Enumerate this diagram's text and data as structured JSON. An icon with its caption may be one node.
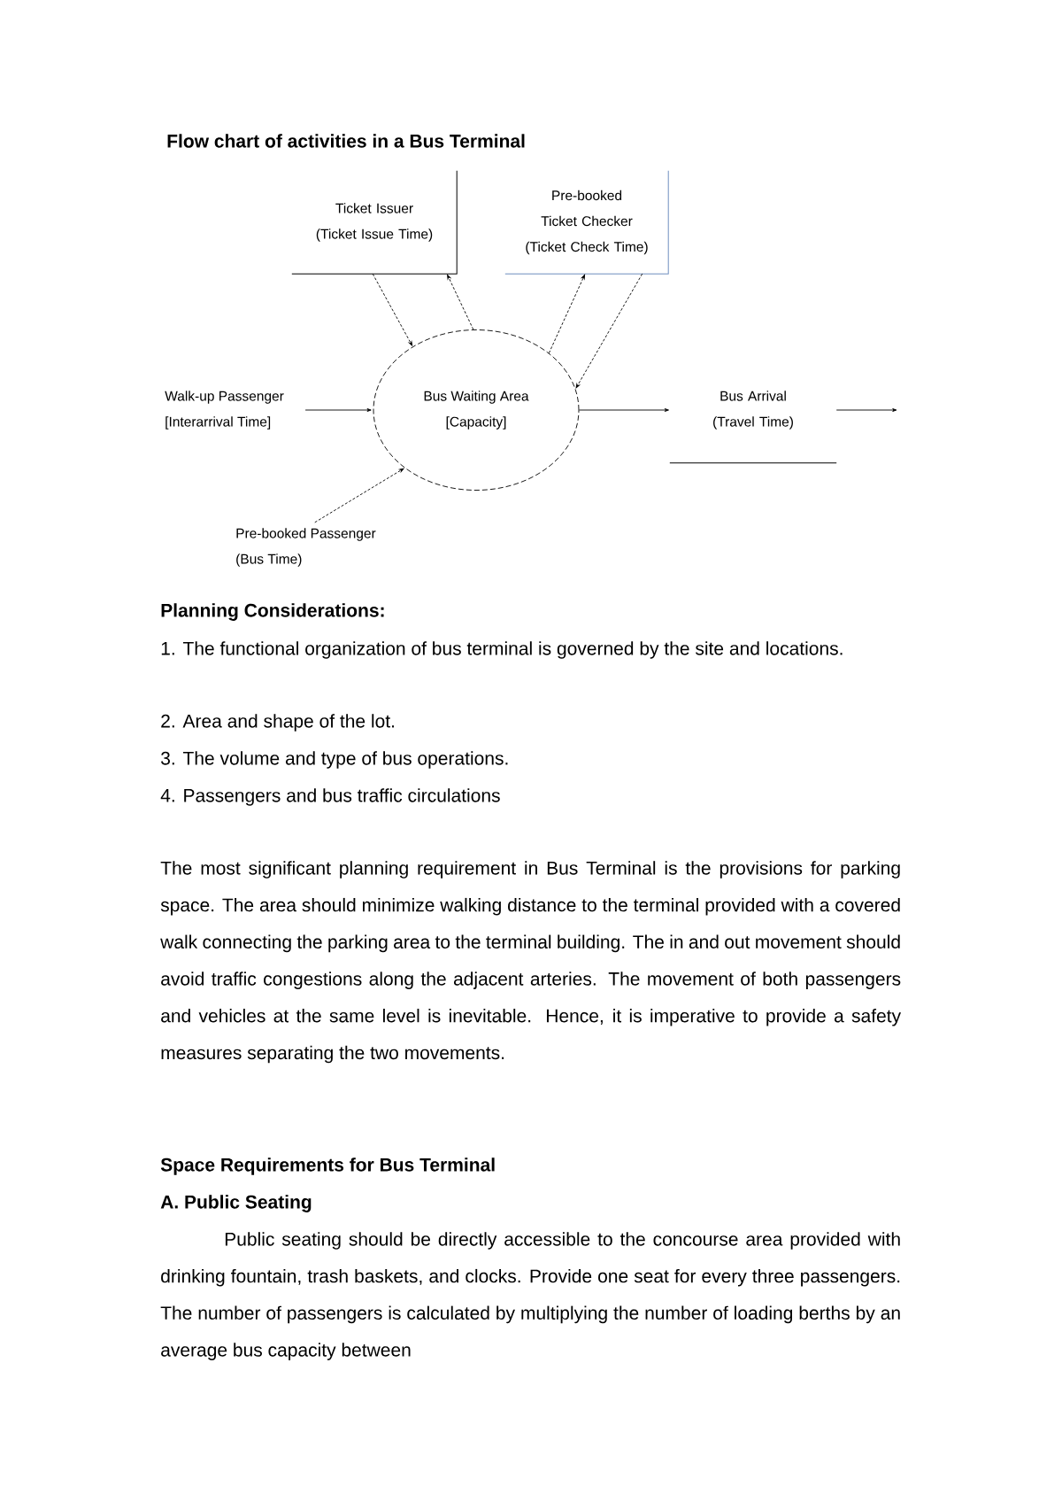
{
  "diagram": {
    "title": "Flow chart of activities in a Bus Terminal",
    "nodes": [
      {
        "text": [
          "Ticket Issuer",
          "(Ticket Issue Time)"
        ]
      },
      {
        "text": [
          "Pre-booked Ticket Checker",
          "(Ticket Check Time)"
        ]
      },
      {
        "text": [
          "Walk-up Passenger",
          "[Interarrival Time]"
        ]
      },
      {
        "text": [
          "Bus Waiting Area",
          "[Capacity]"
        ]
      },
      {
        "text": [
          "Bus Arrival",
          "(Travel Time)"
        ]
      },
      {
        "text": [
          "Pre-booked Passenger",
          "(Bus Time)"
        ]
      }
    ],
    "edges": [
      {
        "from": 0,
        "to": 3,
        "arrow": "to",
        "style": "dashed"
      },
      {
        "from": 3,
        "to": 0,
        "arrow": "to",
        "style": "dashed"
      },
      {
        "from": 3,
        "to": 1,
        "arrow": "to",
        "style": "dashed"
      },
      {
        "from": 1,
        "to": 3,
        "arrow": "to",
        "style": "dashed"
      },
      {
        "from": 2,
        "to": 3,
        "arrow": "to"
      },
      {
        "from": 5,
        "to": 3,
        "arrow": "to",
        "style": "dashed"
      },
      {
        "from": 3,
        "to": 4,
        "arrow": "to"
      },
      {
        "from": 4,
        "to": null,
        "arrow": "to"
      }
    ],
    "labels": [
      "Planning Considerations:",
      "1. The functional organization of bus terminal is governed by the site and locations.",
      "2. Area and shape of the lot.",
      "3. The volume and type of bus operations.",
      "4. Passengers and bus traffic circulations",
      "The most significant planning requirement in Bus Terminal is the provisions for parking space. The area should minimize walking distance to the terminal provided with a covered walk connecting the parking area to the terminal building. The in and out movement should avoid traffic congestions along the adjacent arteries. The movement of both passengers and vehicles at the same level is inevitable. Hence, it is imperative to provide a safety measures separating the two movements.",
      "Space Requirements for Bus Terminal",
      "A. Public Seating",
      "Public seating should be directly accessible to the concourse area provided with drinking fountain, trash baskets, and clocks. Provide one seat for every three passengers. The number of passengers is calculated by multiplying the number of loading berths by an average bus capacity between"
    ]
  }
}
